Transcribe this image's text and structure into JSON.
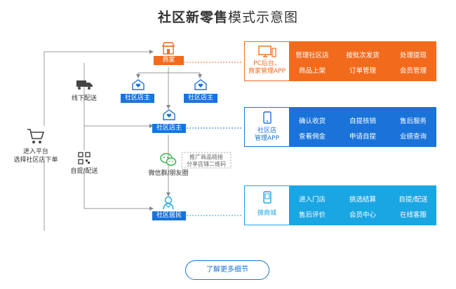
{
  "title": {
    "bold": "社区新零售",
    "light": "模式示意图"
  },
  "nodes": {
    "merchant": "商家",
    "leader_left": "社区店主",
    "leader_right": "社区店主",
    "leader_main": "社区店主",
    "resident": "社区居民"
  },
  "labels": {
    "offline_delivery": "线下配送",
    "enter_platform_line1": "进入平台",
    "enter_platform_line2": "选择社区店下单",
    "pickup_delivery": "自提/配送",
    "wechat_group": "微信群/朋友圈",
    "promo_line1": "推广商品链接",
    "promo_line2": "分享店铺二维码"
  },
  "panels": [
    {
      "title_lines": [
        "PC后台、",
        "商家管理APP"
      ],
      "color": "#f26b1d",
      "items": [
        "管理社区店",
        "按批次发货",
        "处理提现",
        "商品上架",
        "订单管理",
        "会员管理"
      ]
    },
    {
      "title_lines": [
        "社区店",
        "管理APP"
      ],
      "color": "#1a73d9",
      "items": [
        "确认收货",
        "自提核销",
        "售后服务",
        "查看佣金",
        "申请自提",
        "业绩查询"
      ]
    },
    {
      "title_lines": [
        "微商城"
      ],
      "color": "#1aa6e3",
      "items": [
        "进入门店",
        "挑选结算",
        "自提/配送",
        "售后评价",
        "会员中心",
        "在线客服"
      ]
    }
  ],
  "button": "了解更多细节",
  "colors": {
    "orange": "#f26b1d",
    "blue": "#1a73d9",
    "lightblue": "#1aa6e3",
    "line": "#888888"
  }
}
